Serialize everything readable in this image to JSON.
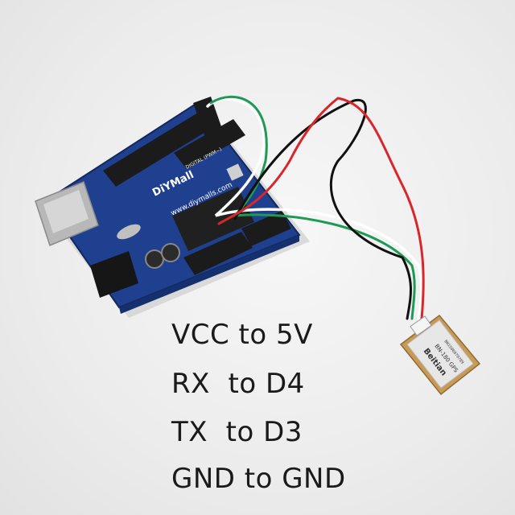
{
  "board": {
    "logo_text": "DiYMall",
    "silkscreen_url": "www.diymalls.com",
    "digital_label": "DIGITAL (PWM~)",
    "colors": {
      "pcb": "#1f3f8f",
      "header": "#1b1b1b",
      "usb": "#b8b8b8"
    }
  },
  "gps_module": {
    "brand": "Beitian",
    "model": "BN-180 GPS",
    "serial": "BN1506070789",
    "colors": {
      "board": "#c99a55",
      "shield": "#e7e7e7"
    }
  },
  "wires": {
    "colors": {
      "vcc": "#d8262b",
      "rx": "#1f9a55",
      "tx": "#ffffff",
      "gnd": "#111111"
    }
  },
  "captions": [
    "VCC to 5V",
    "RX  to D4",
    "TX  to D3",
    "GND to GND"
  ]
}
